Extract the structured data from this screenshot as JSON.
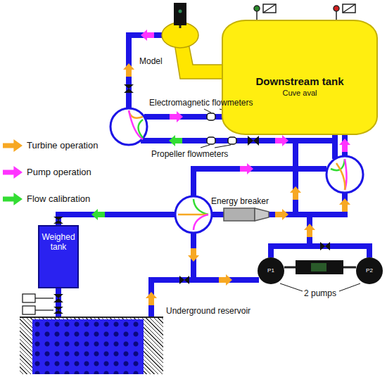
{
  "diagram": {
    "nodes": [
      {
        "text": [
          "Downstream tank",
          "Cuve aval"
        ]
      },
      {
        "text": [
          "Weighed tank"
        ]
      },
      {
        "text": [
          "Underground reservoir"
        ]
      },
      {
        "text": [
          "P1"
        ]
      },
      {
        "text": [
          "P2"
        ]
      }
    ],
    "edges": [
      {
        "from": 1,
        "to": 2,
        "arrow": "none"
      },
      {
        "from": 3,
        "to": 4,
        "arrow": "none"
      }
    ],
    "labels": [
      "Model",
      "Electromagnetic flowmeters",
      "Propeller flowmeters",
      "Energy breaker",
      "2 pumps"
    ],
    "legend": [
      {
        "text": "Turbine operation",
        "color": "#f7a823"
      },
      {
        "text": "Pump operation",
        "color": "#ff33ff"
      },
      {
        "text": "Flow calibration",
        "color": "#33dd33"
      }
    ]
  }
}
